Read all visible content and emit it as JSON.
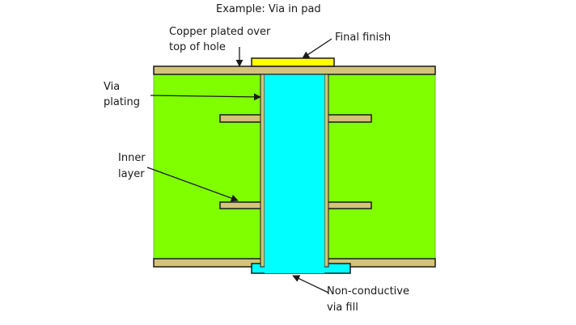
{
  "title": "Example: Via in pad",
  "labels": {
    "copper_plated_line1": "Copper plated over",
    "copper_plated_line2": "top of hole",
    "final_finish": "Final finish",
    "via_plating_line1": "Via",
    "via_plating_line2": "plating",
    "inner_layer_line1": "Inner",
    "inner_layer_line2": "layer",
    "fill_line1": "Non-conductive",
    "fill_line2": "via fill"
  },
  "colors": {
    "dielectric": "#80ff00",
    "copper": "#d4c37a",
    "final_finish": "#ffff00",
    "via_fill": "#00ffff",
    "outline": "#1a1a1a"
  }
}
